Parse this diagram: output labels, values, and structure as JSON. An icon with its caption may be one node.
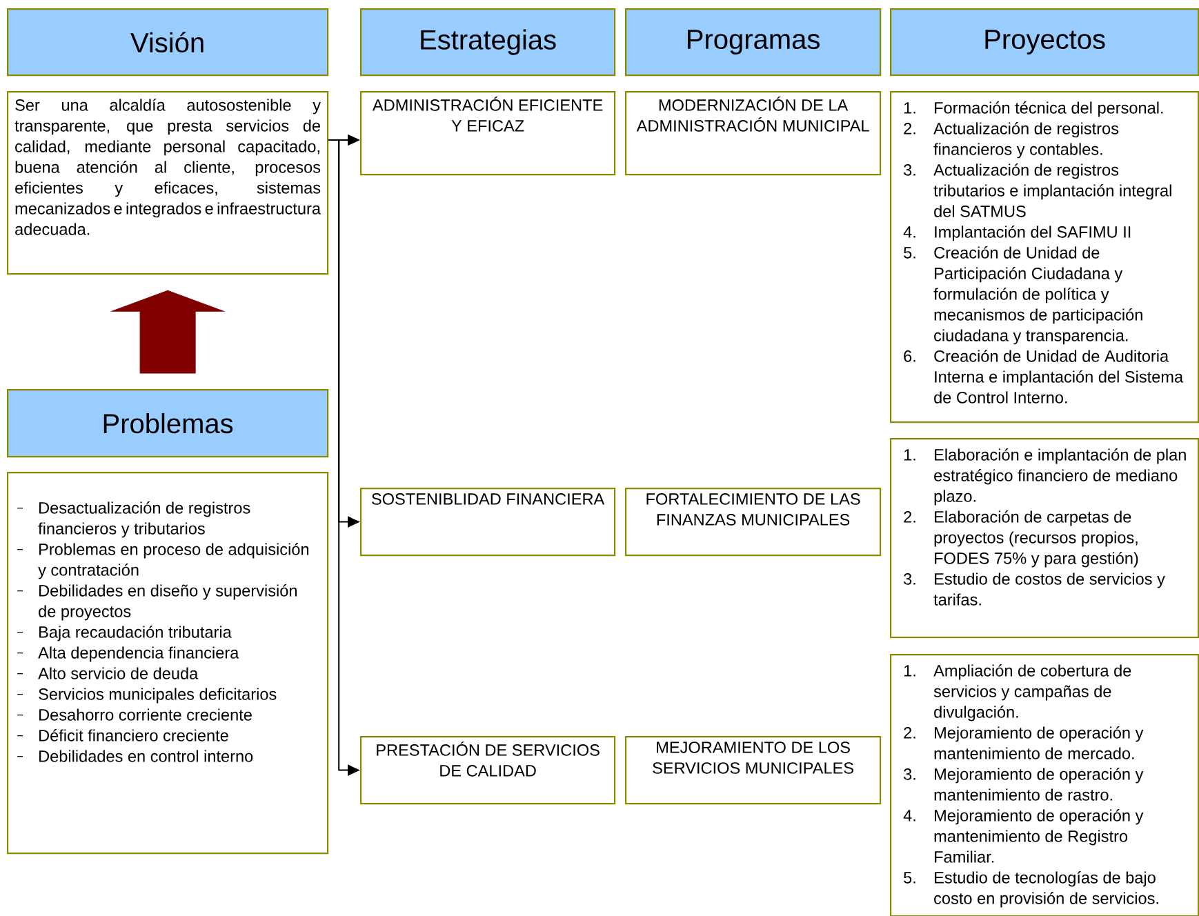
{
  "diagram": {
    "nodes": [
      {
        "text": [
          "Visión"
        ]
      },
      {
        "text": [
          "Estrategias"
        ]
      },
      {
        "text": [
          "Programas"
        ]
      },
      {
        "text": [
          "Proyectos"
        ]
      },
      {
        "text": [
          "Ser una alcaldía autosostenible y transparente, que presta servicios de calidad, mediante personal capacitado, buena atención al cliente, procesos eficientes y eficaces, sistemas mecanizados e integrados e infraestructura adecuada."
        ]
      },
      {
        "text": [
          "Problemas"
        ]
      },
      {
        "text": [
          "Desactualización de registros financieros y tributarios",
          "Problemas en proceso de adquisición y contratación",
          "Debilidades en diseño y supervisión de proyectos",
          "Baja recaudación tributaria",
          "Alta dependencia financiera",
          "Alto servicio de deuda",
          "Servicios municipales deficitarios",
          "Desahorro corriente creciente",
          "Déficit financiero creciente",
          "Debilidades en control interno"
        ]
      },
      {
        "text": [
          "ADMINISTRACIÓN EFICIENTE Y EFICAZ"
        ]
      },
      {
        "text": [
          "SOSTENIBLIDAD FINANCIERA"
        ]
      },
      {
        "text": [
          "PRESTACIÓN DE SERVICIOS DE CALIDAD"
        ]
      },
      {
        "text": [
          "MODERNIZACIÓN DE LA ADMINISTRACIÓN MUNICIPAL"
        ]
      },
      {
        "text": [
          "FORTALECIMIENTO DE LAS FINANZAS MUNICIPALES"
        ]
      },
      {
        "text": [
          "MEJORAMIENTO DE LOS SERVICIOS MUNICIPALES"
        ]
      },
      {
        "text": [
          "1.",
          "Formación  técnica del personal.",
          "2.",
          "Actualización de registros financieros y contables.",
          "3.",
          "Actualización de registros tributarios e implantación integral del SATMUS",
          "4.",
          "Implantación del SAFIMU II",
          "5.",
          "Creación de Unidad de Participación Ciudadana y formulación de política y mecanismos de participación ciudadana y transparencia.",
          "6.",
          "Creación de Unidad de Auditoria Interna e implantación del Sistema de Control Interno."
        ]
      },
      {
        "text": [
          "1.",
          "Elaboración e implantación de plan estratégico financiero de mediano plazo.",
          "2.",
          "Elaboración de carpetas de proyectos (recursos propios, FODES 75% y para gestión)",
          "3.",
          "Estudio de costos de servicios y tarifas."
        ]
      },
      {
        "text": [
          "1.",
          "Ampliación de cobertura de servicios y campañas de divulgación.",
          "2.",
          "Mejoramiento de operación y mantenimiento de mercado.",
          "3.",
          "Mejoramiento de operación y mantenimiento de rastro.",
          "4.",
          "Mejoramiento de operación y mantenimiento de Registro Familiar.",
          "5.",
          "Estudio de tecnologías de bajo costo en provisión de servicios."
        ]
      }
    ],
    "edges": [
      {
        "from": 5,
        "to": 4,
        "arrow": "to",
        "style": "thick",
        "color": "#800000"
      },
      {
        "from": 4,
        "to": 7,
        "arrow": "to"
      },
      {
        "from": 4,
        "to": 8,
        "arrow": "to"
      },
      {
        "from": 4,
        "to": 9,
        "arrow": "to"
      }
    ]
  }
}
